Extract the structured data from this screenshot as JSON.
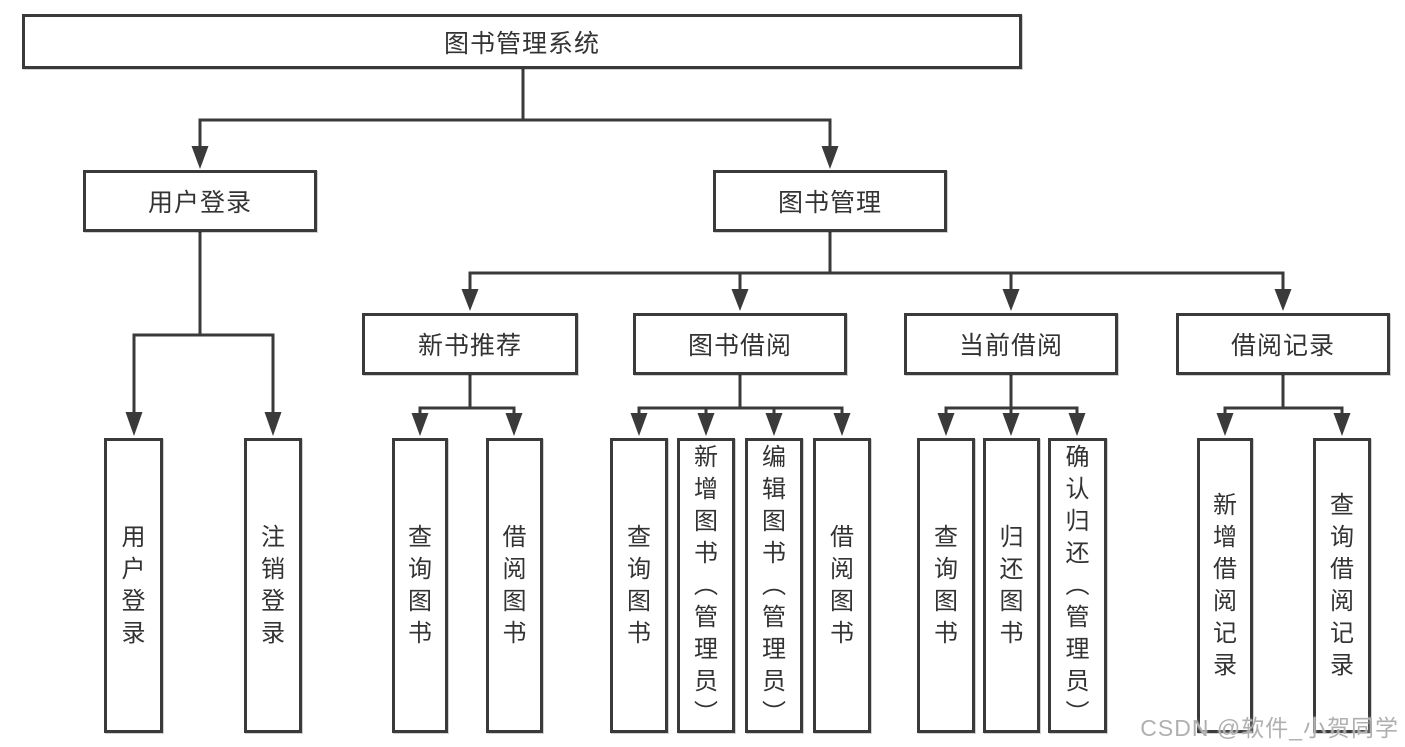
{
  "diagram": {
    "title": "图书管理系统",
    "type": "hierarchy-tree",
    "colors": {
      "line": "#3a3a3a",
      "text": "#333333",
      "box_background": "#ffffff",
      "watermark": "#b0b0b0"
    },
    "watermark": "CSDN @软件_小贺同学"
  },
  "nodes": {
    "root": "图书管理系统",
    "user_login": "用户登录",
    "book_mgmt": "图书管理",
    "leaf_user_login": "用户登录",
    "leaf_logout": "注销登录",
    "new_book_rec": "新书推荐",
    "book_borrow": "图书借阅",
    "current_borrow": "当前借阅",
    "borrow_records": "借阅记录",
    "nb_query": "查询图书",
    "nb_borrow": "借阅图书",
    "bb_query": "查询图书",
    "bb_add": "新增图书（管理员）",
    "bb_edit": "编辑图书（管理员）",
    "bb_borrow": "借阅图书",
    "cb_query": "查询图书",
    "cb_return": "归还图书",
    "cb_confirm": "确认归还（管理员）",
    "br_add": "新增借阅记录",
    "br_query": "查询借阅记录"
  },
  "hierarchy": {
    "root": [
      "user_login",
      "book_mgmt"
    ],
    "user_login": [
      "leaf_user_login",
      "leaf_logout"
    ],
    "book_mgmt": [
      "new_book_rec",
      "book_borrow",
      "current_borrow",
      "borrow_records"
    ],
    "new_book_rec": [
      "nb_query",
      "nb_borrow"
    ],
    "book_borrow": [
      "bb_query",
      "bb_add",
      "bb_edit",
      "bb_borrow"
    ],
    "current_borrow": [
      "cb_query",
      "cb_return",
      "cb_confirm"
    ],
    "borrow_records": [
      "br_add",
      "br_query"
    ]
  }
}
